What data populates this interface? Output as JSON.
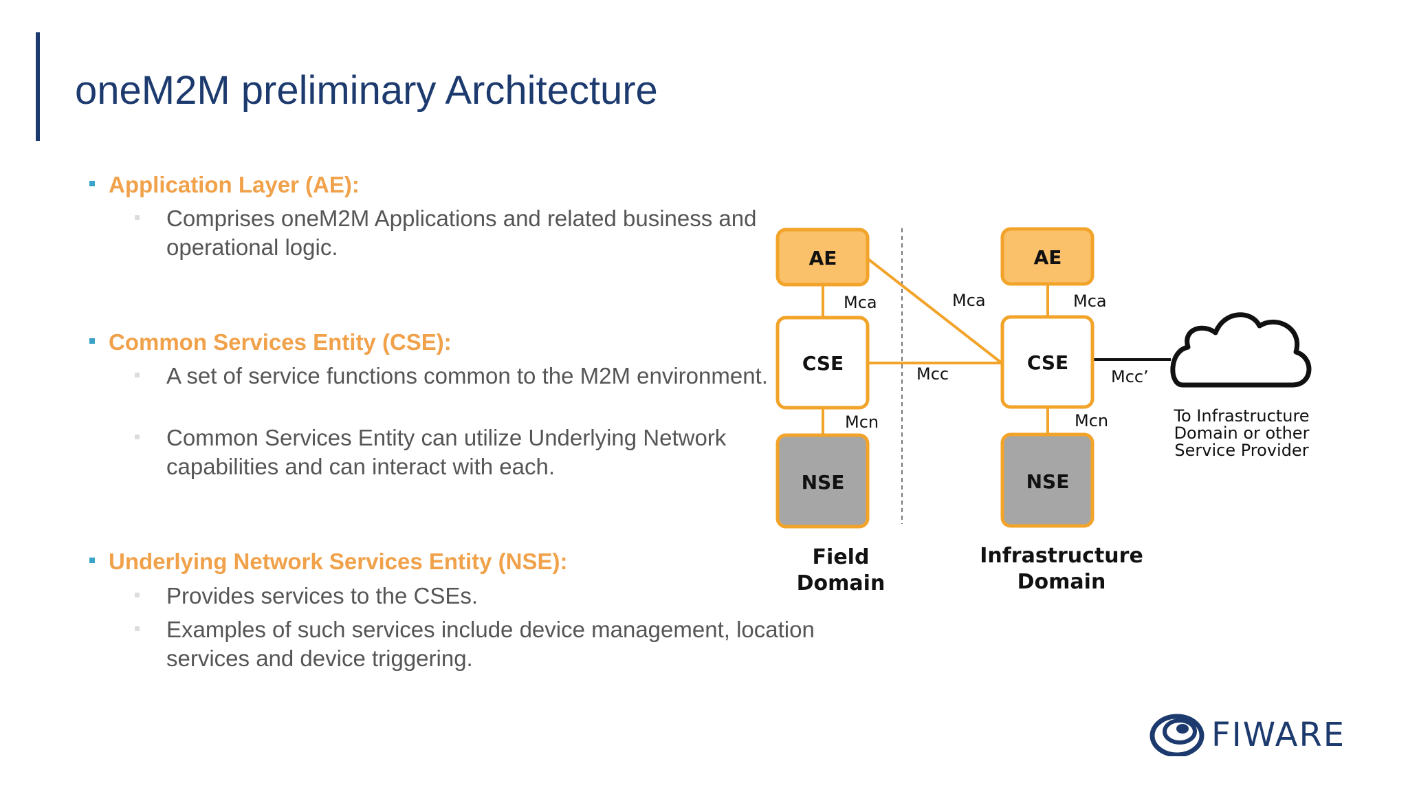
{
  "title": "oneM2M preliminary Architecture",
  "sections": [
    {
      "heading": "Application Layer (AE):",
      "items": [
        "Comprises oneM2M Applications and related business and operational logic."
      ]
    },
    {
      "heading": "Common Services Entity (CSE):",
      "items": [
        "A set of service functions common to the M2M environment.",
        "Common Services Entity can utilize Underlying Network capabilities and can interact with each."
      ]
    },
    {
      "heading": "Underlying Network Services Entity (NSE):",
      "items": [
        "Provides services to the CSEs.",
        "Examples of such services include device management, location services and device triggering."
      ]
    }
  ],
  "diagram": {
    "nodes": {
      "field_ae": "AE",
      "field_cse": "CSE",
      "field_nse": "NSE",
      "infra_ae": "AE",
      "infra_cse": "CSE",
      "infra_nse": "NSE"
    },
    "links": {
      "field_mca": "Mca",
      "field_mcn": "Mcn",
      "cross_mca": "Mca",
      "mcc": "Mcc",
      "infra_mca": "Mca",
      "infra_mcn": "Mcn",
      "mcc_prime": "Mcc’"
    },
    "domains": {
      "field_line1": "Field",
      "field_line2": "Domain",
      "infra_line1": "Infrastructure",
      "infra_line2": "Domain"
    },
    "cloud_label": [
      "To Infrastructure",
      "Domain or other",
      "Service Provider"
    ],
    "colors": {
      "orange": "#f2a329",
      "ae_fill": "#fac06a",
      "nse_fill": "#a6a6a6",
      "title": "#1c3a6e",
      "heading": "#f0a14a"
    }
  },
  "logo_text": "FIWARE"
}
